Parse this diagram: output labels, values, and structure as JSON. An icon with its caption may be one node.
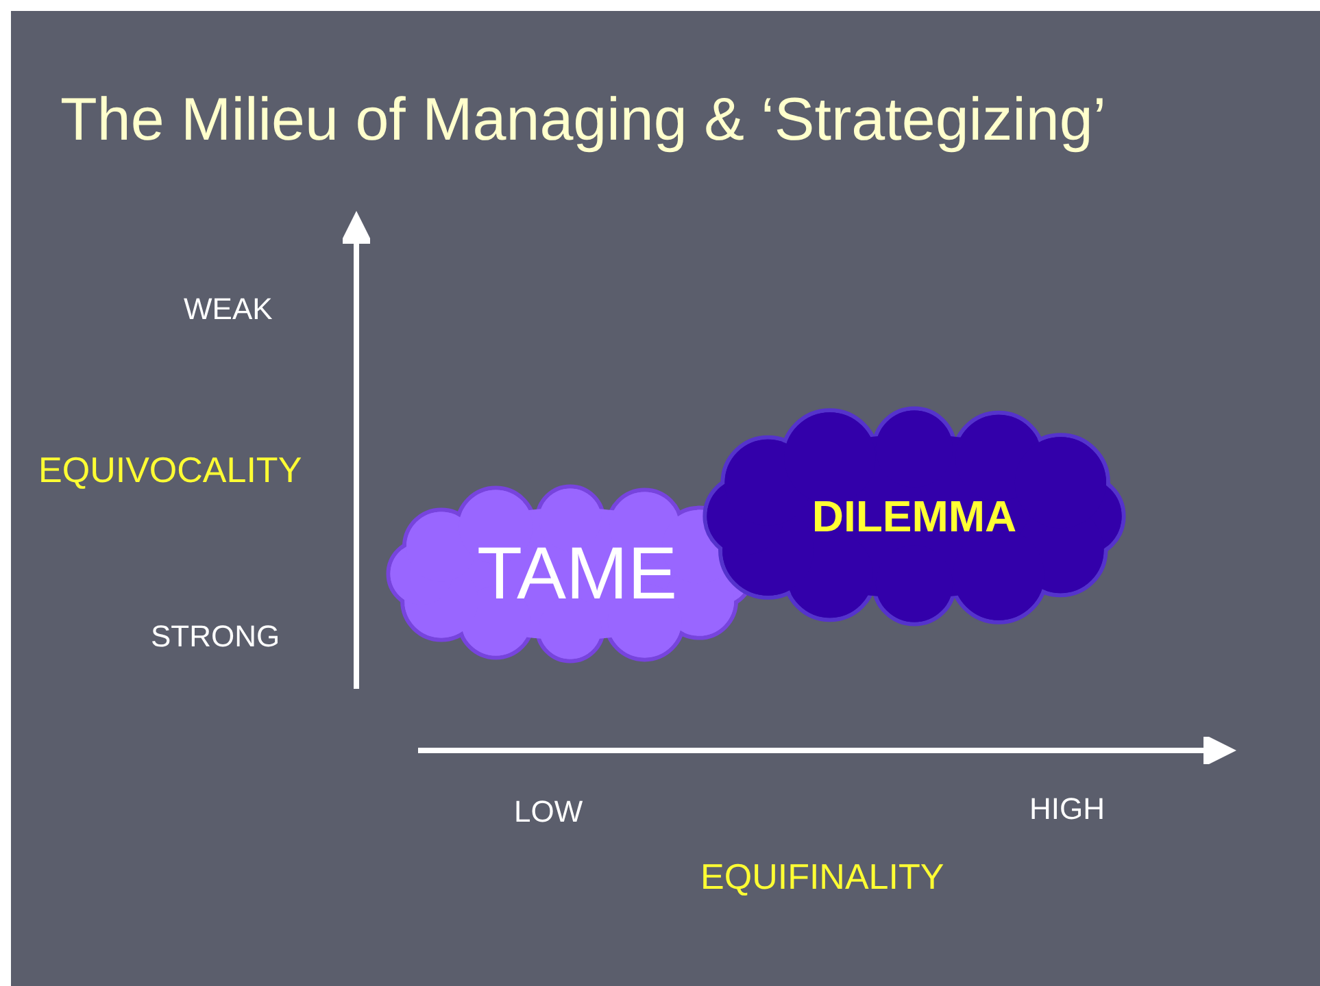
{
  "diagram": {
    "title": "The Milieu of Managing & ‘Strategizing’",
    "nodes": [
      {
        "text": [
          "TAME"
        ]
      },
      {
        "text": [
          "DILEMMA"
        ]
      }
    ],
    "labels": [
      "WEAK",
      "EQUIVOCALITY",
      "STRONG",
      "LOW",
      "HIGH",
      "EQUIFINALITY"
    ]
  }
}
